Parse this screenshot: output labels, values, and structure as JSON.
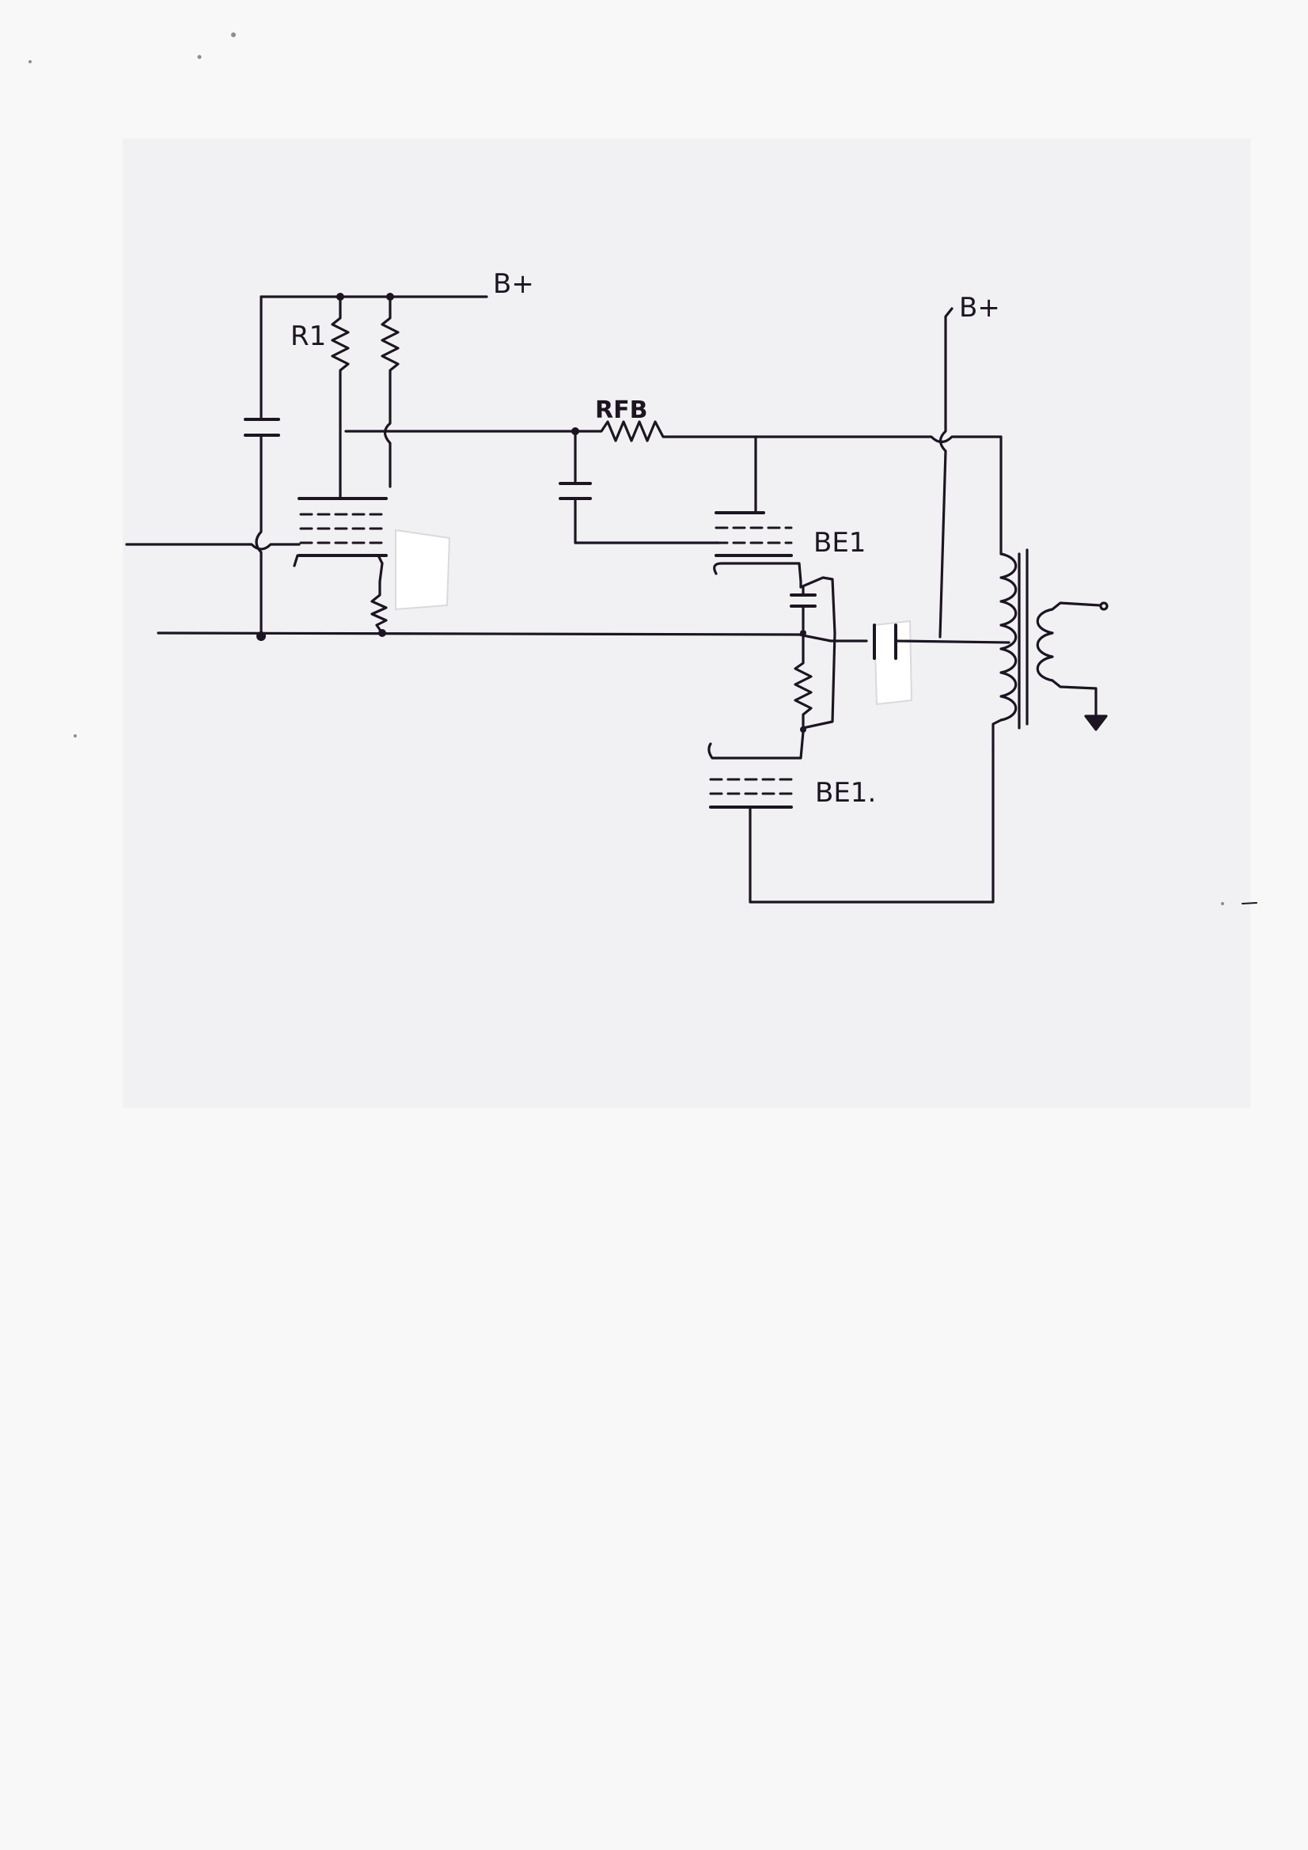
{
  "labels": {
    "bplus_left": "B+",
    "bplus_right": "B+",
    "r1": "R1",
    "rfb": "RFB",
    "tube_upper": "BE1",
    "tube_lower": "BE1."
  },
  "colors": {
    "ink": "#1d1522",
    "paper": "#f1f1f3",
    "background": "#f8f8f8"
  }
}
